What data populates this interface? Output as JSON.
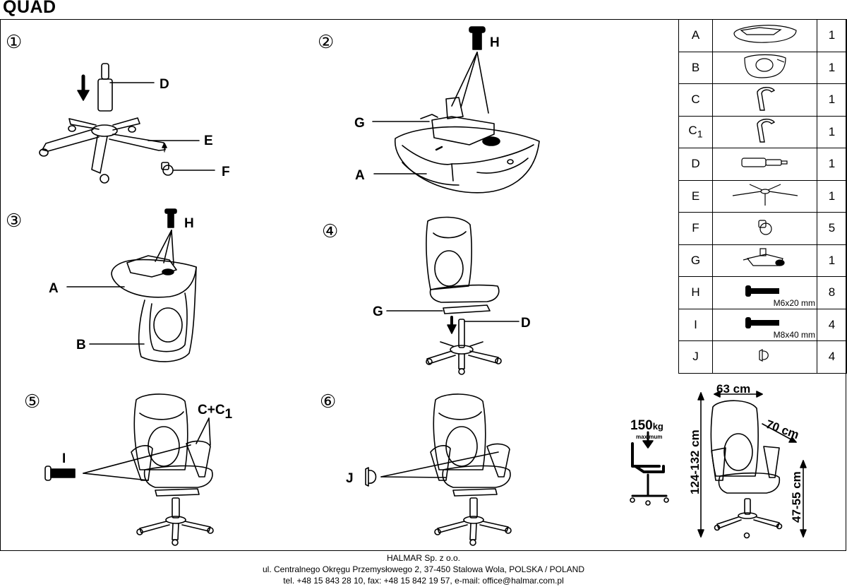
{
  "title": "QUAD",
  "steps": [
    "①",
    "②",
    "③",
    "④",
    "⑤",
    "⑥"
  ],
  "labels": {
    "s1_d": "D",
    "s1_e": "E",
    "s1_f": "F",
    "s2_h": "H",
    "s2_g": "G",
    "s2_a": "A",
    "s3_h": "H",
    "s3_a": "A",
    "s3_b": "B",
    "s4_g": "G",
    "s4_d": "D",
    "s5_cc1": "C+C",
    "s5_cc1_sub": "1",
    "s5_i": "I",
    "s6_j": "J"
  },
  "parts": [
    {
      "code": "A",
      "qty": "1",
      "spec": "",
      "icon": "seat-icon"
    },
    {
      "code": "B",
      "qty": "1",
      "spec": "",
      "icon": "backrest-icon"
    },
    {
      "code": "C",
      "qty": "1",
      "spec": "",
      "icon": "armrest-icon"
    },
    {
      "code": "C",
      "sub": "1",
      "qty": "1",
      "spec": "",
      "icon": "armrest-icon"
    },
    {
      "code": "D",
      "qty": "1",
      "spec": "",
      "icon": "gas-lift-icon"
    },
    {
      "code": "E",
      "qty": "1",
      "spec": "",
      "icon": "base-icon"
    },
    {
      "code": "F",
      "qty": "5",
      "spec": "",
      "icon": "caster-icon"
    },
    {
      "code": "G",
      "qty": "1",
      "spec": "",
      "icon": "mechanism-icon"
    },
    {
      "code": "H",
      "qty": "8",
      "spec": "M6x20 mm",
      "icon": "bolt-icon"
    },
    {
      "code": "I",
      "qty": "4",
      "spec": "M8x40 mm",
      "icon": "bolt-icon"
    },
    {
      "code": "J",
      "qty": "4",
      "spec": "",
      "icon": "cap-icon"
    }
  ],
  "dimensions": {
    "width": "63 cm",
    "depth": "70 cm",
    "height": "124-132 cm",
    "seat_height": "47-55 cm",
    "max_load": "150",
    "max_load_unit": "kg",
    "max_load_caption": "maximum"
  },
  "footer": [
    "HALMAR Sp. z o.o.",
    "ul. Centralnego Okręgu Przemysłowego 2, 37-450 Stalowa Wola, POLSKA / POLAND",
    "tel. +48 15 843 28 10, fax: +48 15 842 19 57, e-mail: office@halmar.com.pl"
  ]
}
